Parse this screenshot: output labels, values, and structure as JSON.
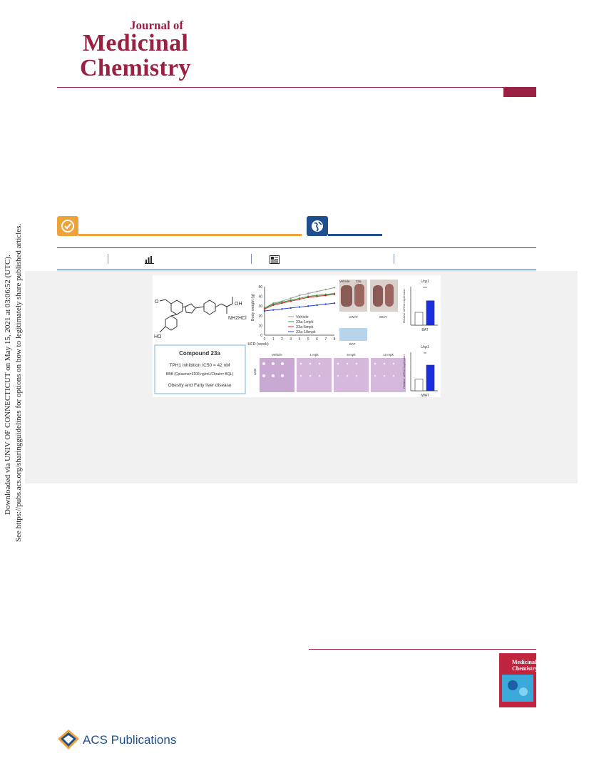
{
  "journal": {
    "name_line0": "Journal of",
    "name_line1": "Medicinal",
    "name_line2": "Chemistry"
  },
  "side_notes": {
    "downloaded": "Downloaded via UNIV OF CONNECTICUT on May 15, 2021 at 03:06:52 (UTC).",
    "sharing": "See https://pubs.acs.org/sharingguidelines for options on how to legitimately share published articles."
  },
  "toc_graphic": {
    "compound_title": "Compound 23a",
    "tph1_line": "TPH1 inhibition IC50 = 42 nM",
    "bbb_line": "BBB (Cplasma=3108 ng/mL/Cbrain= BQL)",
    "disease_line": "Obesity and Fatty liver disease",
    "structure_label": "NH2HCl",
    "oh_label": "OH",
    "ho_label": "HO",
    "o_label": "O",
    "chart_data": {
      "type": "line",
      "title": "",
      "xlabel": "HFD (week)",
      "ylabel": "Body weight (g)",
      "x": [
        0,
        1,
        2,
        3,
        4,
        5,
        6,
        7,
        8
      ],
      "xlim": [
        0,
        8
      ],
      "ylim": [
        0,
        50
      ],
      "yticks": [
        0,
        10,
        20,
        30,
        40,
        50
      ],
      "series": [
        {
          "name": "Vehicle",
          "color": "#9a9a9a",
          "values": [
            28,
            33,
            35,
            38,
            41,
            43,
            45,
            47,
            49
          ]
        },
        {
          "name": "23a-1mpk",
          "color": "#2e9e3a",
          "values": [
            28,
            32,
            34,
            36,
            38,
            40,
            41,
            42,
            43
          ]
        },
        {
          "name": "23a-5mpk",
          "color": "#d12a2a",
          "values": [
            27,
            31,
            33,
            35,
            37,
            39,
            40,
            41,
            42
          ]
        },
        {
          "name": "23a-10mpk",
          "color": "#2a3fe0",
          "values": [
            25,
            26,
            27,
            28,
            29,
            30,
            31,
            32,
            33
          ]
        }
      ]
    },
    "photo_labels": {
      "vehicle": "Vehicle",
      "compound": "23a",
      "ewat": "eWAT",
      "iwat": "iWAT",
      "bat": "BAT",
      "liver": "Liver"
    },
    "histology_labels": [
      "Vehicle",
      "1 mpk",
      "5 mpk",
      "10 mpk"
    ],
    "bar_charts": [
      {
        "type": "bar",
        "title": "Ucp1",
        "ylabel": "Relative mRNA expression",
        "xlabel": "BAT",
        "significance": "***",
        "ylim": [
          0,
          3
        ],
        "values": [
          1.0,
          1.9
        ],
        "colors": [
          "#ffffff",
          "#1a2ee0"
        ]
      },
      {
        "type": "bar",
        "title": "Ucp1",
        "ylabel": "Relative mRNA expression",
        "xlabel": "iWAT",
        "significance": "**",
        "ylim": [
          0,
          3
        ],
        "values": [
          0.9,
          2.0
        ],
        "colors": [
          "#ffffff",
          "#1a2ee0"
        ]
      }
    ]
  },
  "footer": {
    "publisher": "ACS Publications",
    "cover_title1": "Medicinal",
    "cover_title2": "Chemistry"
  },
  "colors": {
    "brand": "#9b2142",
    "access_orange": "#f0a23a",
    "acs_blue": "#1f4f8f"
  }
}
